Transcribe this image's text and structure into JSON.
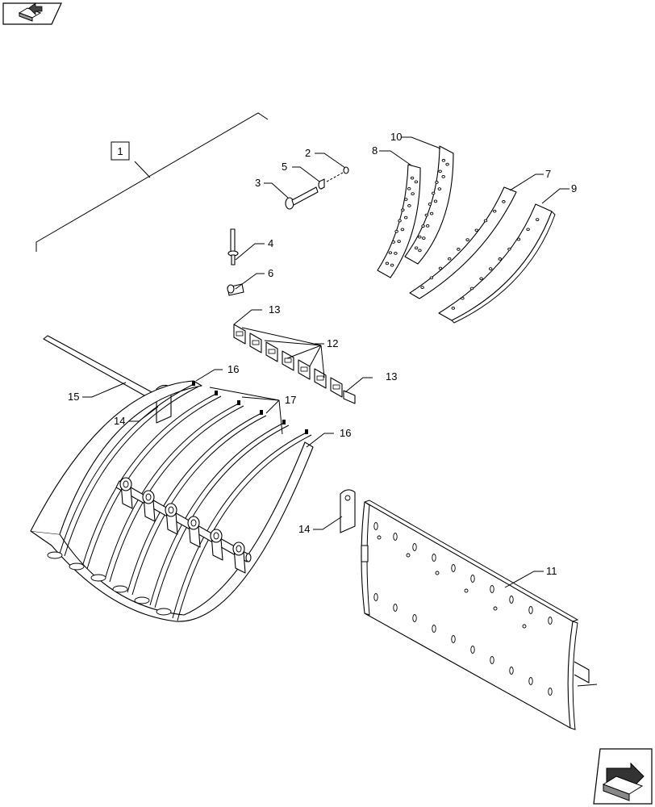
{
  "page": {
    "title": ""
  },
  "nav": {
    "top_icon": "previous-page-icon",
    "bottom_icon": "next-page-icon"
  },
  "callouts": {
    "c1": "1",
    "c2": "2",
    "c3": "3",
    "c4": "4",
    "c5": "5",
    "c6": "6",
    "c7": "7",
    "c8": "8",
    "c9": "9",
    "c10": "10",
    "c11": "11",
    "c12": "12",
    "c13a": "13",
    "c13b": "13",
    "c14a": "14",
    "c14b": "14",
    "c15": "15",
    "c16a": "16",
    "c16b": "16",
    "c17": "17"
  },
  "colors": {
    "ink": "#000000",
    "paper": "#ffffff",
    "tab_fill": "#888888"
  }
}
